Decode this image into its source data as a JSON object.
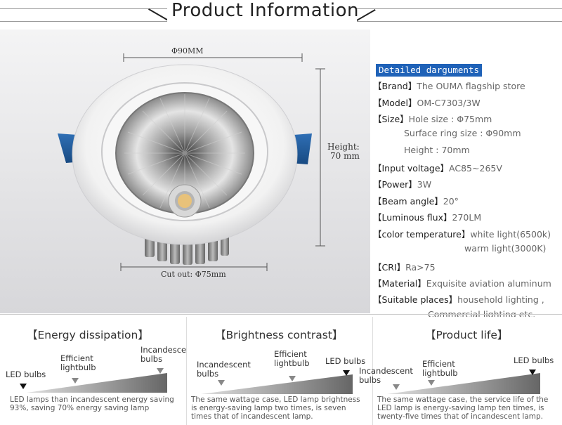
{
  "header": {
    "title": "Product Information"
  },
  "photo": {
    "dim_top": "Φ90MM",
    "dim_height_1": "Height:",
    "dim_height_2": "70 mm",
    "dim_bottom": "Cut out: Φ75mm"
  },
  "specs": {
    "badge": "Detailed darguments",
    "rows": [
      {
        "key": "【Brand】",
        "val": "The OUMΛ flagship store"
      },
      {
        "key": "【Model】",
        "val": "OM-C7303/3W"
      },
      {
        "key": "【Size】",
        "val": "Hole size : Φ75mm"
      },
      {
        "key": "",
        "val": "Surface ring size : Φ90mm"
      },
      {
        "key": "",
        "val": "Height : 70mm"
      },
      {
        "key": "【Input voltage】",
        "val": "AC85~265V"
      },
      {
        "key": "【Power】",
        "val": "3W"
      },
      {
        "key": "【Beam angle】",
        "val": "20°"
      },
      {
        "key": "【Luminous flux】",
        "val": "270LM"
      },
      {
        "key": "【color temperature】",
        "val": "white light(6500k)"
      },
      {
        "key": "",
        "val": "warm light(3000K)"
      },
      {
        "key": "【CRI】",
        "val": "Ra>75"
      },
      {
        "key": "【Material】",
        "val": "Exquisite aviation aluminum"
      },
      {
        "key": "【Suitable places】",
        "val": "household lighting ,"
      },
      {
        "key": "",
        "val": "Commercial lighting etc."
      }
    ]
  },
  "panels": [
    {
      "title": "【Energy dissipation】",
      "labels": [
        "LED bulbs",
        "Efficient lightbulb",
        "Incandescent bulbs"
      ],
      "desc": "LED lamps than incandescent energy saving 93%, saving 70% energy saving lamp"
    },
    {
      "title": "【Brightness contrast】",
      "labels": [
        "Incandescent bulbs",
        "Efficient lightbulb",
        "LED bulbs"
      ],
      "desc": "The same wattage case, LED lamp brightness is energy-saving lamp two times, is seven times that of incandescent lamp."
    },
    {
      "title": "【Product life】",
      "labels": [
        "Incandescent bulbs",
        "Efficient lightbulb",
        "LED bulbs"
      ],
      "desc": "The same wattage case, the service life of the LED lamp is energy-saving lamp ten times, is twenty-five times that of incandescent lamp."
    }
  ]
}
